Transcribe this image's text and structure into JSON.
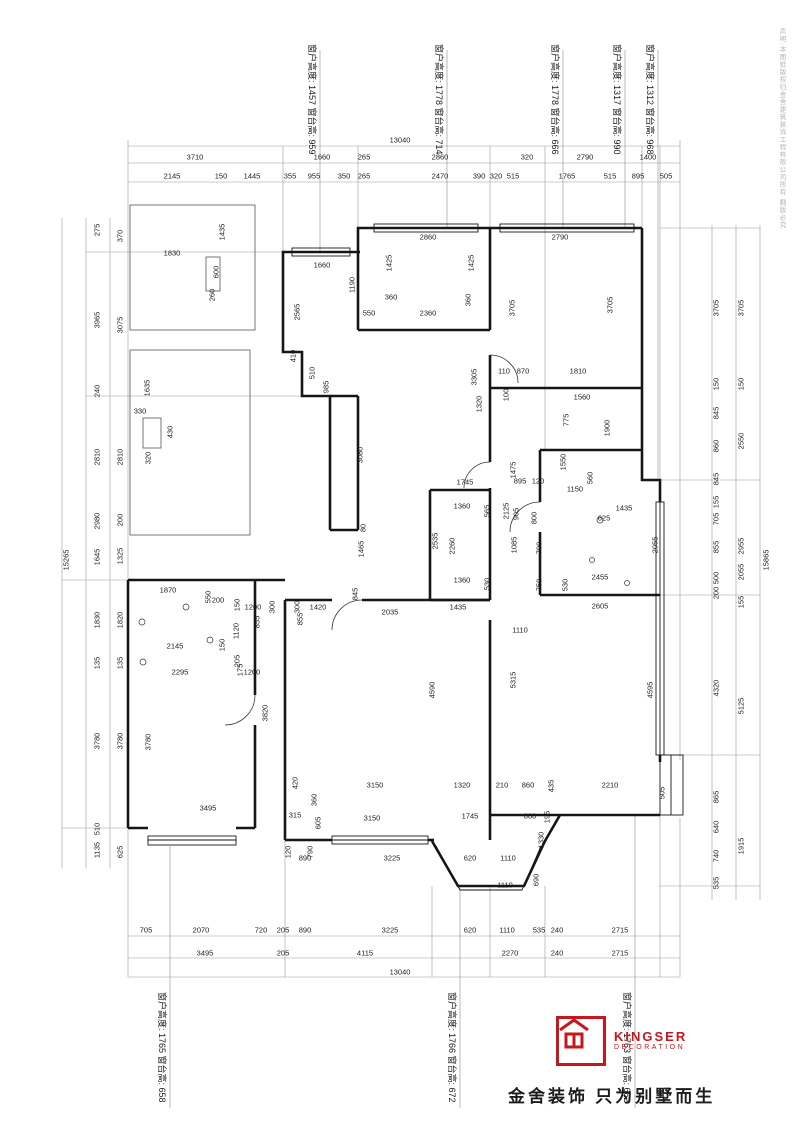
{
  "meta": {
    "copyright_note": "声明:本图纸版权归金舍建筑装饰工程有限公司所有 翻版必究",
    "accent_red": "#c8161d",
    "line_color": "#161616"
  },
  "logo": {
    "name": "KINGSER",
    "sub": "DECORATION"
  },
  "footer": {
    "slogan": "金舍装饰 只为别墅而生"
  },
  "window_labels_top": [
    [
      "窗户高度: 1457 窗台高: 959",
      316,
      44
    ],
    [
      "窗户高度: 1778 窗台高: 714",
      443,
      44
    ],
    [
      "窗户高度: 1778 窗台高: 666",
      559,
      44
    ],
    [
      "窗户高度: 1317 窗台高: 990",
      621,
      44
    ],
    [
      "窗户高度: 1312 窗台高: 968",
      654,
      44
    ]
  ],
  "window_labels_bottom": [
    [
      "窗户高度: 1765 窗台高: 658",
      166,
      992
    ],
    [
      "窗户高度: 1766 窗台高: 672",
      456,
      992
    ],
    [
      "窗户高度: 1763 窗台高: 662",
      631,
      992
    ]
  ],
  "annotations": [
    [
      "13040",
      400,
      140
    ],
    [
      "3710",
      195,
      157
    ],
    [
      "1660",
      322,
      157
    ],
    [
      "265",
      364,
      157
    ],
    [
      "2860",
      440,
      157
    ],
    [
      "320",
      527,
      157
    ],
    [
      "2790",
      585,
      157
    ],
    [
      "1400",
      648,
      157
    ],
    [
      "2145",
      172,
      176
    ],
    [
      "150",
      221,
      176
    ],
    [
      "1445",
      252,
      176
    ],
    [
      "355",
      290,
      176
    ],
    [
      "955",
      314,
      176
    ],
    [
      "350",
      344,
      176
    ],
    [
      "265",
      364,
      176
    ],
    [
      "2470",
      440,
      176
    ],
    [
      "390",
      479,
      176
    ],
    [
      "320",
      496,
      176
    ],
    [
      "515",
      513,
      176
    ],
    [
      "1765",
      567,
      176
    ],
    [
      "515",
      610,
      176
    ],
    [
      "895",
      638,
      176
    ],
    [
      "505",
      666,
      176
    ],
    [
      "705",
      146,
      930
    ],
    [
      "2070",
      201,
      930
    ],
    [
      "720",
      261,
      930
    ],
    [
      "205",
      283,
      930
    ],
    [
      "890",
      305,
      930
    ],
    [
      "3225",
      390,
      930
    ],
    [
      "620",
      470,
      930
    ],
    [
      "1110",
      507,
      930
    ],
    [
      "535",
      539,
      930
    ],
    [
      "240",
      557,
      930
    ],
    [
      "2715",
      620,
      930
    ],
    [
      "3495",
      205,
      953
    ],
    [
      "205",
      283,
      953
    ],
    [
      "4115",
      365,
      953
    ],
    [
      "2270",
      510,
      953
    ],
    [
      "240",
      557,
      953
    ],
    [
      "2715",
      620,
      953
    ],
    [
      "13040",
      400,
      972
    ],
    [
      "15265",
      66,
      560,
      1
    ],
    [
      "275",
      97,
      230,
      1
    ],
    [
      "370",
      120,
      236,
      1
    ],
    [
      "3965",
      97,
      320,
      1
    ],
    [
      "3075",
      120,
      325,
      1
    ],
    [
      "240",
      97,
      391,
      1
    ],
    [
      "2810",
      97,
      457,
      1
    ],
    [
      "2810",
      120,
      457,
      1
    ],
    [
      "2980",
      97,
      521,
      1
    ],
    [
      "200",
      120,
      520,
      1
    ],
    [
      "1645",
      97,
      557,
      1
    ],
    [
      "1325",
      120,
      556,
      1
    ],
    [
      "1830",
      97,
      620,
      1
    ],
    [
      "1820",
      120,
      620,
      1
    ],
    [
      "135",
      97,
      663,
      1
    ],
    [
      "135",
      120,
      663,
      1
    ],
    [
      "3780",
      97,
      741,
      1
    ],
    [
      "3780",
      120,
      741,
      1
    ],
    [
      "510",
      97,
      829,
      1
    ],
    [
      "1135",
      97,
      850,
      1
    ],
    [
      "625",
      120,
      852,
      1
    ],
    [
      "15865",
      766,
      560,
      1
    ],
    [
      "3705",
      716,
      308,
      1
    ],
    [
      "3705",
      741,
      308,
      1
    ],
    [
      "150",
      716,
      384,
      1
    ],
    [
      "150",
      741,
      384,
      1
    ],
    [
      "845",
      716,
      413,
      1
    ],
    [
      "2550",
      741,
      441,
      1
    ],
    [
      "860",
      716,
      446,
      1
    ],
    [
      "845",
      716,
      479,
      1
    ],
    [
      "155",
      716,
      502,
      1
    ],
    [
      "705",
      716,
      519,
      1
    ],
    [
      "855",
      716,
      547,
      1
    ],
    [
      "2955",
      741,
      546,
      1
    ],
    [
      "500",
      716,
      578,
      1
    ],
    [
      "200",
      716,
      593,
      1
    ],
    [
      "155",
      741,
      602,
      1
    ],
    [
      "2055",
      741,
      572,
      1
    ],
    [
      "4320",
      716,
      688,
      1
    ],
    [
      "5125",
      741,
      706,
      1
    ],
    [
      "865",
      716,
      797,
      1
    ],
    [
      "640",
      716,
      827,
      1
    ],
    [
      "740",
      716,
      856,
      1
    ],
    [
      "535",
      716,
      883,
      1
    ],
    [
      "1915",
      741,
      846,
      1
    ],
    [
      "2860",
      428,
      237
    ],
    [
      "2790",
      560,
      237
    ],
    [
      "1660",
      322,
      265
    ],
    [
      "1425",
      389,
      263,
      1
    ],
    [
      "1425",
      471,
      263,
      1
    ],
    [
      "1190",
      352,
      285,
      1
    ],
    [
      "360",
      391,
      297
    ],
    [
      "360",
      468,
      300,
      1
    ],
    [
      "550",
      369,
      313
    ],
    [
      "2360",
      428,
      313
    ],
    [
      "2565",
      297,
      312,
      1
    ],
    [
      "3705",
      512,
      308,
      1
    ],
    [
      "3705",
      610,
      305,
      1
    ],
    [
      "410",
      293,
      356,
      1
    ],
    [
      "510",
      312,
      373,
      1
    ],
    [
      "985",
      326,
      387,
      1
    ],
    [
      "3305",
      474,
      377,
      1
    ],
    [
      "110",
      504,
      371
    ],
    [
      "870",
      523,
      371
    ],
    [
      "1810",
      578,
      371
    ],
    [
      "1320",
      479,
      404,
      1
    ],
    [
      "100",
      506,
      395,
      1
    ],
    [
      "1560",
      582,
      397
    ],
    [
      "775",
      566,
      420,
      1
    ],
    [
      "1900",
      607,
      428,
      1
    ],
    [
      "3080",
      360,
      455,
      1
    ],
    [
      "1550",
      563,
      462,
      1
    ],
    [
      "1475",
      513,
      470,
      1
    ],
    [
      "560",
      590,
      478,
      1
    ],
    [
      "1745",
      465,
      482
    ],
    [
      "895",
      520,
      481
    ],
    [
      "120",
      538,
      481
    ],
    [
      "1150",
      575,
      489
    ],
    [
      "1360",
      462,
      506
    ],
    [
      "565",
      487,
      511,
      1
    ],
    [
      "2125",
      506,
      511,
      1
    ],
    [
      "905",
      516,
      514,
      1
    ],
    [
      "800",
      534,
      518,
      1
    ],
    [
      "625",
      604,
      518
    ],
    [
      "1435",
      624,
      508
    ],
    [
      "2535",
      435,
      541,
      1
    ],
    [
      "2260",
      452,
      546,
      1
    ],
    [
      "1085",
      514,
      545,
      1
    ],
    [
      "700",
      539,
      548,
      1
    ],
    [
      "2055",
      655,
      545,
      1
    ],
    [
      "1465",
      361,
      549,
      1
    ],
    [
      "80",
      363,
      528,
      1
    ],
    [
      "1360",
      462,
      580
    ],
    [
      "530",
      487,
      584,
      1
    ],
    [
      "750",
      539,
      585,
      1
    ],
    [
      "530",
      565,
      585,
      1
    ],
    [
      "2455",
      600,
      577
    ],
    [
      "2605",
      600,
      606
    ],
    [
      "1870",
      168,
      590
    ],
    [
      "550",
      208,
      597,
      1
    ],
    [
      "200",
      218,
      600
    ],
    [
      "150",
      237,
      605,
      1
    ],
    [
      "1200",
      253,
      607
    ],
    [
      "300",
      272,
      607,
      1
    ],
    [
      "300",
      297,
      607,
      1
    ],
    [
      "1420",
      318,
      607
    ],
    [
      "2035",
      390,
      612
    ],
    [
      "1435",
      458,
      607
    ],
    [
      "845",
      355,
      594,
      1
    ],
    [
      "1110",
      520,
      630
    ],
    [
      "1120",
      236,
      631,
      1
    ],
    [
      "855",
      257,
      622,
      1
    ],
    [
      "855",
      300,
      619,
      1
    ],
    [
      "2145",
      175,
      646
    ],
    [
      "150",
      222,
      645,
      1
    ],
    [
      "2295",
      180,
      672
    ],
    [
      "205",
      237,
      661,
      1
    ],
    [
      "175",
      240,
      670,
      1
    ],
    [
      "1200",
      252,
      672
    ],
    [
      "3820",
      265,
      713,
      1
    ],
    [
      "4590",
      432,
      690,
      1
    ],
    [
      "5315",
      513,
      680,
      1
    ],
    [
      "4595",
      650,
      690,
      1
    ],
    [
      "3780",
      148,
      742,
      1
    ],
    [
      "420",
      295,
      783,
      1
    ],
    [
      "3150",
      375,
      785
    ],
    [
      "1320",
      462,
      785
    ],
    [
      "210",
      502,
      785
    ],
    [
      "860",
      528,
      785
    ],
    [
      "435",
      551,
      786,
      1
    ],
    [
      "2210",
      610,
      785
    ],
    [
      "505",
      662,
      793,
      1
    ],
    [
      "3495",
      208,
      808
    ],
    [
      "360",
      314,
      800,
      1
    ],
    [
      "315",
      295,
      815
    ],
    [
      "605",
      318,
      823,
      1
    ],
    [
      "3150",
      372,
      818
    ],
    [
      "1745",
      470,
      816
    ],
    [
      "860",
      530,
      816
    ],
    [
      "195",
      547,
      817,
      1
    ],
    [
      "1330",
      541,
      840,
      1
    ],
    [
      "120",
      288,
      852,
      1
    ],
    [
      "790",
      310,
      852,
      1
    ],
    [
      "890",
      305,
      858
    ],
    [
      "3225",
      392,
      858
    ],
    [
      "620",
      470,
      858
    ],
    [
      "1110",
      508,
      858
    ],
    [
      "690",
      536,
      880,
      1
    ],
    [
      "1110",
      505,
      885
    ],
    [
      "1830",
      172,
      253
    ],
    [
      "1435",
      222,
      232,
      1
    ],
    [
      "600",
      216,
      272,
      1
    ],
    [
      "260",
      212,
      295,
      1
    ],
    [
      "1635",
      147,
      388,
      1
    ],
    [
      "330",
      140,
      411
    ],
    [
      "430",
      170,
      432,
      1
    ],
    [
      "320",
      148,
      458,
      1
    ]
  ]
}
